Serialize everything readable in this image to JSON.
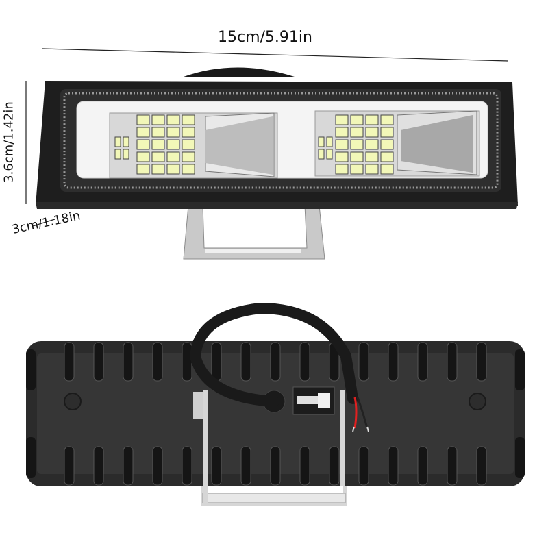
{
  "dimensions": {
    "length_label": "15cm/5.91in",
    "height_label": "3.6cm/1.42in",
    "depth_label": "3cm/1.18in"
  },
  "product": {
    "front_view": {
      "housing_color": "#1e1e1e",
      "frame_color": "#3a3a3a",
      "halo_color": "#f4f4f4",
      "led_color": "#f2f7b8",
      "led_modules": 2,
      "bracket_color": "#c9c9c9"
    },
    "rear_view": {
      "housing_color": "#2b2b2b",
      "fin_color": "#151515",
      "cable_color": "#1a1a1a",
      "wire_colors": [
        "#e02020",
        "#222222"
      ],
      "bracket_color": "#d6d6d6"
    }
  }
}
